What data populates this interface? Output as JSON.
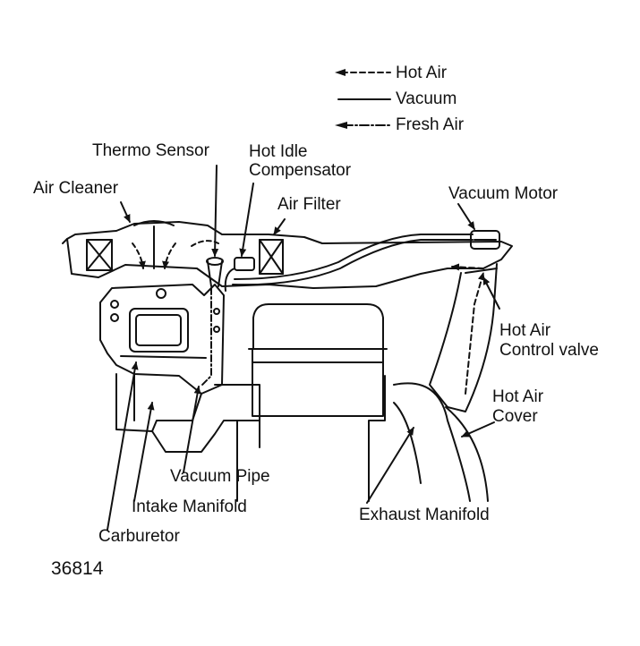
{
  "legend": {
    "hot_air": "Hot Air",
    "vacuum": "Vacuum",
    "fresh_air": "Fresh Air"
  },
  "labels": {
    "thermo_sensor": "Thermo Sensor",
    "hot_idle_line1": "Hot Idle",
    "hot_idle_line2": "Compensator",
    "air_cleaner": "Air Cleaner",
    "air_filter": "Air Filter",
    "vacuum_motor": "Vacuum Motor",
    "hot_air_control_line1": "Hot Air",
    "hot_air_control_line2": "Control valve",
    "hot_air_cover_line1": "Hot Air",
    "hot_air_cover_line2": "Cover",
    "vacuum_pipe": "Vacuum Pipe",
    "intake_manifold": "Intake Manifold",
    "carburetor": "Carburetor",
    "exhaust_manifold": "Exhaust Manifold"
  },
  "figure_number": "36814",
  "colors": {
    "ink": "#111111",
    "paper": "#ffffff"
  }
}
